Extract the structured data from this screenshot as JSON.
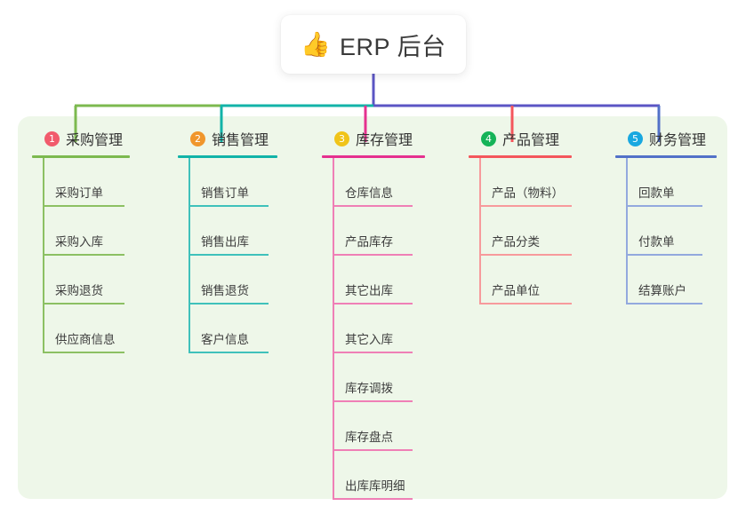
{
  "root": {
    "icon": "thumbs-up-icon",
    "emoji": "👍",
    "title": "ERP 后台"
  },
  "colors": {
    "page_background": "#ffffff",
    "panel_background": "#eef7e9",
    "root_card_background": "#ffffff",
    "text": "#3c3c3c",
    "connector_green": "#7cb94f",
    "connector_teal": "#12b3a8",
    "connector_purple": "#5b55c4",
    "connector_magenta": "#e5318f",
    "connector_red": "#f4565c",
    "connector_blue": "#5271c8"
  },
  "columns": [
    {
      "index": "1",
      "title": "采购管理",
      "badge_color": "#f15b6c",
      "rule_color": "#7cb94f",
      "leaf_color": "#8cc063",
      "connector_color": "#7cb94f",
      "items": [
        "采购订单",
        "采购入库",
        "采购退货",
        "供应商信息"
      ]
    },
    {
      "index": "2",
      "title": "销售管理",
      "badge_color": "#f0962c",
      "rule_color": "#12b3a8",
      "leaf_color": "#3fc1bb",
      "connector_color": "#12b3a8",
      "items": [
        "销售订单",
        "销售出库",
        "销售退货",
        "客户信息"
      ]
    },
    {
      "index": "3",
      "title": "库存管理",
      "badge_color": "#f0c419",
      "rule_color": "#e5318f",
      "leaf_color": "#ef7fb6",
      "connector_color": "#e5318f",
      "items": [
        "仓库信息",
        "产品库存",
        "其它出库",
        "其它入库",
        "库存调拨",
        "库存盘点",
        "出库库明细"
      ]
    },
    {
      "index": "4",
      "title": "产品管理",
      "badge_color": "#15b358",
      "rule_color": "#f4565c",
      "leaf_color": "#f79a9c",
      "connector_color": "#f4565c",
      "items": [
        "产品（物料）",
        "产品分类",
        "产品单位"
      ]
    },
    {
      "index": "5",
      "title": "财务管理",
      "badge_color": "#19a8e0",
      "rule_color": "#5271c8",
      "leaf_color": "#93a9de",
      "connector_color": "#5271c8",
      "items": [
        "回款单",
        "付款单",
        "结算账户"
      ]
    }
  ]
}
